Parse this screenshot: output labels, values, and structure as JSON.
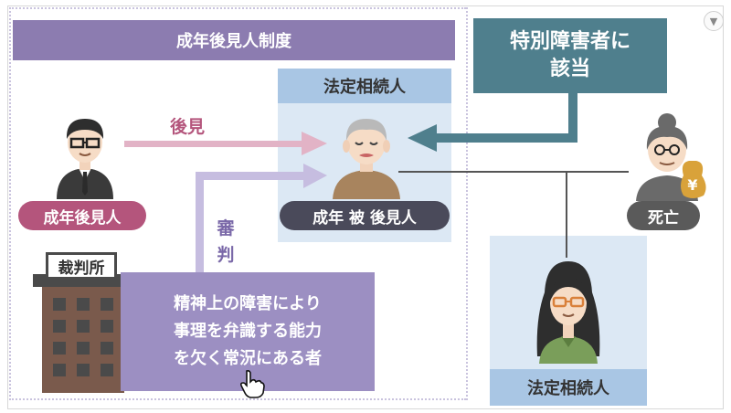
{
  "banner": {
    "title": "成年後見人制度"
  },
  "special_box": {
    "line1": "特別障害者に",
    "line2": "該当"
  },
  "ward_panel": {
    "header": "法定相続人"
  },
  "labels": {
    "kouken": "後見",
    "shinpan_1": "審",
    "shinpan_2": "判"
  },
  "pills": {
    "guardian": "成年後見人",
    "ward": "成年 被 後見人",
    "deceased": "死亡"
  },
  "court": {
    "sign": "裁判所"
  },
  "definition": {
    "line1": "精神上の障害により",
    "line2": "事理を弁識する能力",
    "line3": "を欠く常況にある者"
  },
  "daughter_panel": {
    "footer": "法定相続人"
  },
  "icons": {
    "yen_bag": "yen-money-bag-icon",
    "chevron": "chevron-down-icon",
    "cursor": "hand-pointer-icon"
  },
  "colors": {
    "purple_banner": "#8c7cb0",
    "teal_box": "#4f7f8d",
    "pink": "#b4557c",
    "light_blue_panel": "#dce8f4",
    "header_blue": "#a9c6e4",
    "lavender": "#9c8fc2"
  }
}
